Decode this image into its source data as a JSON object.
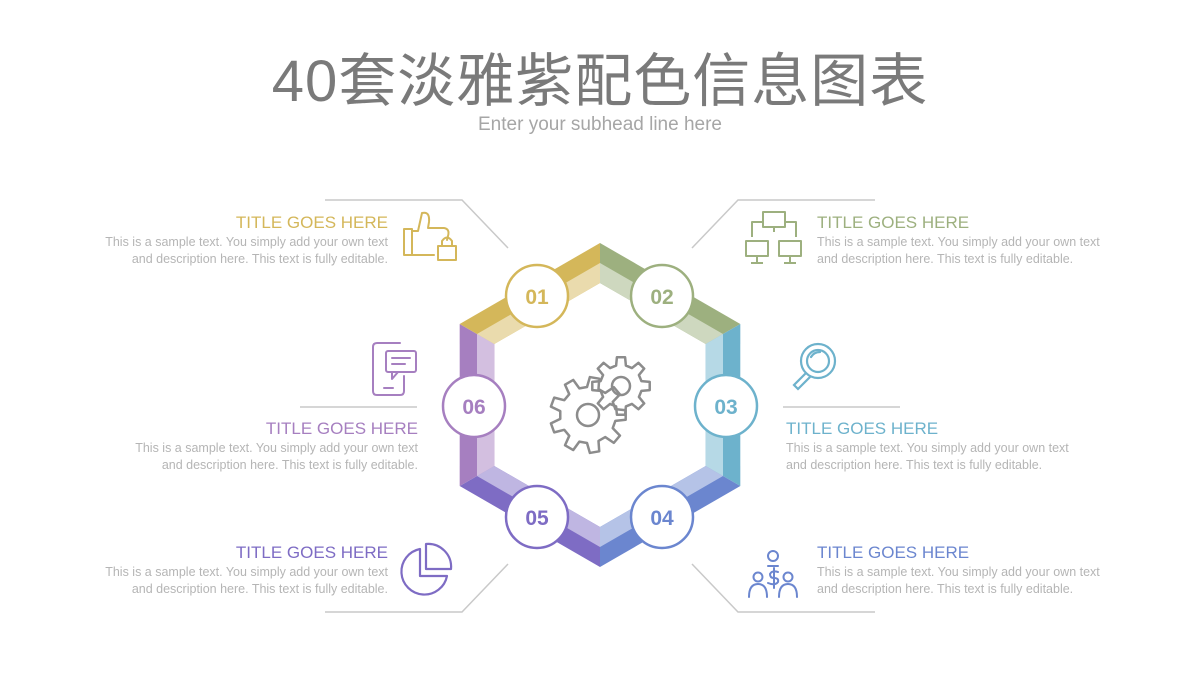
{
  "page": {
    "title": "40套淡雅紫配色信息图表",
    "subtitle": "Enter your subhead line here"
  },
  "colors": {
    "s1": "#d4b75a",
    "s2": "#9db07f",
    "s3": "#6db2cc",
    "s4": "#6b86cf",
    "s5": "#7e6cc4",
    "s6": "#a67fc0",
    "gear": "#8c8c8c",
    "line": "#c9c9c9"
  },
  "steps": [
    {
      "num": "01",
      "title": "TITLE GOES HERE",
      "desc1": "This is a sample text. You simply add your own text",
      "desc2": "and description here. This text is fully editable.",
      "icon": "thumbs-up-lock-icon"
    },
    {
      "num": "02",
      "title": "TITLE GOES HERE",
      "desc1": "This is a sample text. You simply add your own text",
      "desc2": "and description here. This text is fully editable.",
      "icon": "computer-network-icon"
    },
    {
      "num": "03",
      "title": "TITLE GOES HERE",
      "desc1": "This is a sample text. You simply add your own text",
      "desc2": "and description here. This text is fully editable.",
      "icon": "magnifier-icon"
    },
    {
      "num": "04",
      "title": "TITLE GOES HERE",
      "desc1": "This is a sample text. You simply add your own text",
      "desc2": "and description here. This text is fully editable.",
      "icon": "people-money-icon"
    },
    {
      "num": "05",
      "title": "TITLE GOES HERE",
      "desc1": "This is a sample text. You simply add your own text",
      "desc2": "and description here. This text is fully editable.",
      "icon": "pie-chart-icon"
    },
    {
      "num": "06",
      "title": "TITLE GOES HERE",
      "desc1": "This is a sample text. You simply add your own text",
      "desc2": "and description here. This text is fully editable.",
      "icon": "phone-chat-icon"
    }
  ],
  "center_icon": "gears-icon"
}
